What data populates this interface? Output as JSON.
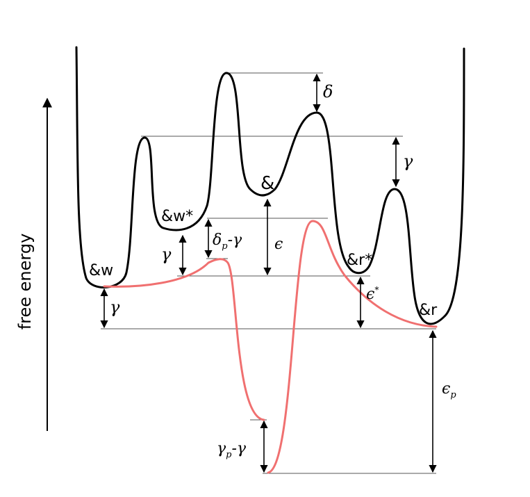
{
  "axis": {
    "label": "free energy"
  },
  "states": {
    "w": "&w",
    "w_star": "&w*",
    "center": "&",
    "r_star": "&r*",
    "r": "&r"
  },
  "symbols": {
    "gamma": "γ",
    "delta": "δ",
    "epsilon": "ϵ",
    "star": "*",
    "p": "p",
    "minus_gamma": "-γ"
  },
  "colors": {
    "main_curve": "#000000",
    "pathway_curve": "#f07070",
    "guide_line": "#555555"
  }
}
